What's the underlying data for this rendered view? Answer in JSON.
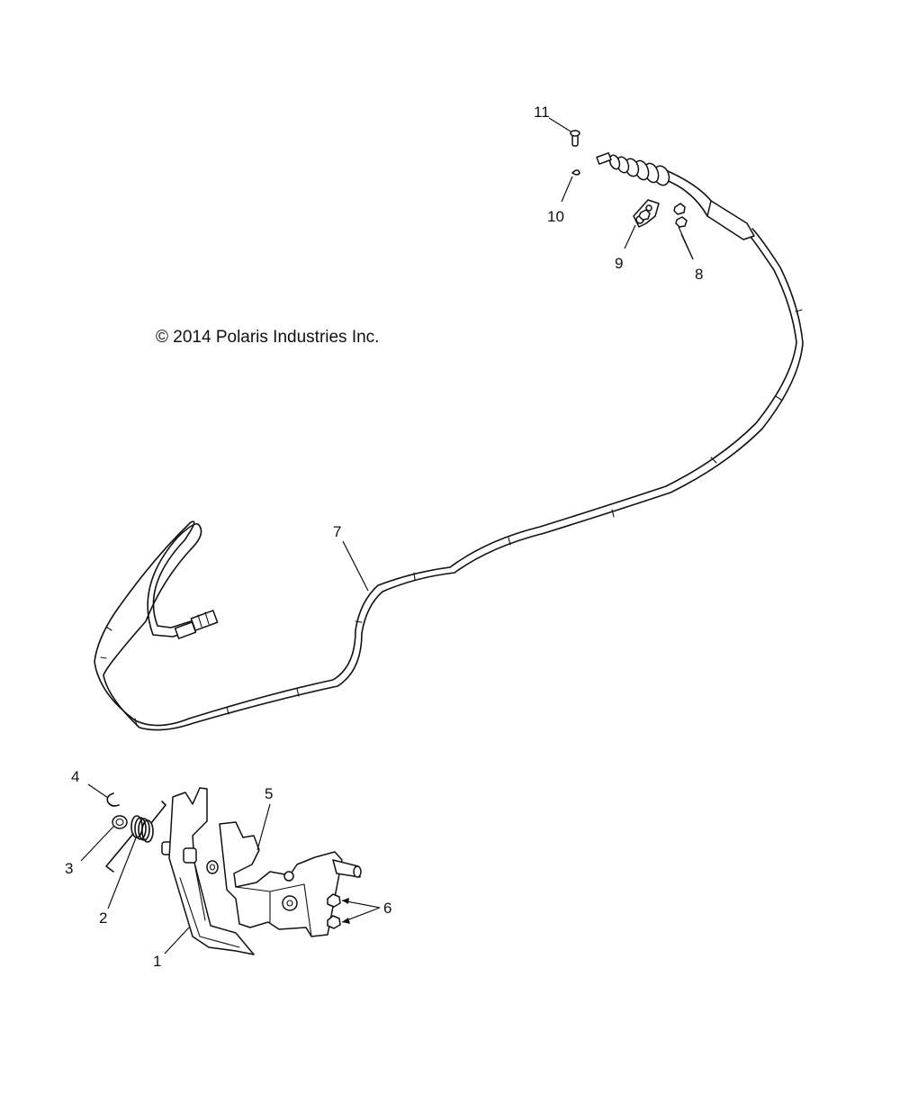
{
  "copyright": "© 2014 Polaris Industries Inc.",
  "callouts": {
    "c1": "1",
    "c2": "2",
    "c3": "3",
    "c4": "4",
    "c5": "5",
    "c6": "6",
    "c7": "7",
    "c8": "8",
    "c9": "9",
    "c10": "10",
    "c11": "11"
  }
}
